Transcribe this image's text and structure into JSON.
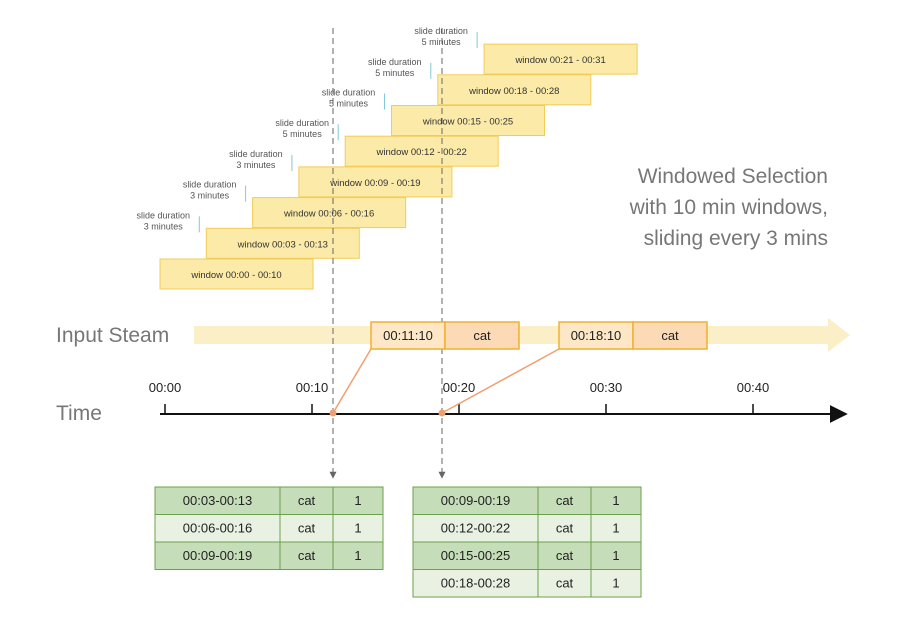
{
  "title": [
    "Windowed  Selection",
    "with 10 min windows,",
    "sliding every 3 mins"
  ],
  "stream_label": "Input Steam",
  "time_label": "Time",
  "timeline": {
    "ticks": [
      "00:00",
      "00:10",
      "00:20",
      "00:30",
      "00:40"
    ],
    "tick_minutes": [
      0,
      10,
      20,
      30,
      40
    ]
  },
  "windows": [
    {
      "label": "window  00:00 - 00:10",
      "start": 0,
      "slide": null
    },
    {
      "label": "window  00:03 - 00:13",
      "start": 3,
      "slide": [
        "slide duration",
        "3 minutes"
      ]
    },
    {
      "label": "window 00:06 - 00:16",
      "start": 6,
      "slide": [
        "slide duration",
        "3 minutes"
      ]
    },
    {
      "label": "window 00:09 - 00:19",
      "start": 9,
      "slide": [
        "slide duration",
        "3 minutes"
      ]
    },
    {
      "label": "window 00:12 - 00:22",
      "start": 12,
      "slide": [
        "slide duration",
        "5 minutes"
      ]
    },
    {
      "label": "window  00:15 - 00:25",
      "start": 15,
      "slide": [
        "slide duration",
        "5 minutes"
      ]
    },
    {
      "label": "window  00:18 - 00:28",
      "start": 18,
      "slide": [
        "slide duration",
        "5 minutes"
      ]
    },
    {
      "label": "window  00:21 - 00:31",
      "start": 21,
      "slide": [
        "slide duration",
        "5 minutes"
      ]
    }
  ],
  "events": [
    {
      "time": "00:11:10",
      "value": "cat",
      "minute": 11.17
    },
    {
      "time": "00:18:10",
      "value": "cat",
      "minute": 18.17
    }
  ],
  "result_tables": [
    {
      "rows": [
        [
          "00:03-00:13",
          "cat",
          "1"
        ],
        [
          "00:06-00:16",
          "cat",
          "1"
        ],
        [
          "00:09-00:19",
          "cat",
          "1"
        ]
      ]
    },
    {
      "rows": [
        [
          "00:09-00:19",
          "cat",
          "1"
        ],
        [
          "00:12-00:22",
          "cat",
          "1"
        ],
        [
          "00:15-00:25",
          "cat",
          "1"
        ],
        [
          "00:18-00:28",
          "cat",
          "1"
        ]
      ]
    }
  ],
  "colors": {
    "window_fill": "#fbeaa8",
    "window_stroke": "#f2cc5a",
    "stream_fill": "#fbefc8",
    "event_fill": "#fde7c6",
    "event_value_fill": "#fbdab5",
    "event_stroke": "#f0b030",
    "connector": "#f0a070",
    "table_dark": "#c5ddb8",
    "table_light": "#e9f2e2",
    "table_stroke": "#6aa14a",
    "slide_tick": "#7fcbd6"
  }
}
